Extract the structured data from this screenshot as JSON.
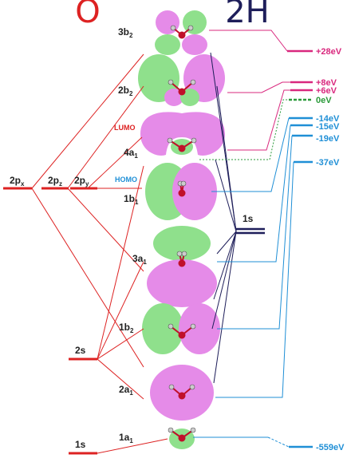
{
  "headers": {
    "left": "O",
    "right": "2H"
  },
  "colors": {
    "o_red": "#dd2222",
    "h_navy": "#1e1e5a",
    "pink": "#d9287e",
    "green": "#2a9a3a",
    "blue": "#1f8fd6",
    "lobe_pink": "#e58be8",
    "lobe_green": "#8fe08c",
    "oxygen": "#c0102a",
    "hydrogen": "#cccccc"
  },
  "o_levels": [
    {
      "id": "2px",
      "main": "2p",
      "sub": "x"
    },
    {
      "id": "2pz",
      "main": "2p",
      "sub": "z"
    },
    {
      "id": "2py",
      "main": "2p",
      "sub": "y"
    },
    {
      "id": "2s",
      "main": "2s",
      "sub": ""
    },
    {
      "id": "1s",
      "main": "1s",
      "sub": ""
    }
  ],
  "h_level": {
    "label": "1s"
  },
  "markers": {
    "lumo": "LUMO",
    "homo": "HOMO"
  },
  "orbitals": [
    {
      "id": "3b2",
      "main": "3b",
      "sub": "2",
      "energy": "+28eV",
      "color": "pink"
    },
    {
      "id": "2b2",
      "main": "2b",
      "sub": "2",
      "energy": "+8eV",
      "color": "pink"
    },
    {
      "id": "4a1",
      "main": "4a",
      "sub": "1",
      "energy": "+6eV",
      "color": "pink"
    },
    {
      "id": "zero",
      "main": "",
      "sub": "",
      "energy": "0eV",
      "color": "green"
    },
    {
      "id": "1b1",
      "main": "1b",
      "sub": "1",
      "energy": "-14eV",
      "color": "blue"
    },
    {
      "id": "3a1",
      "main": "3a",
      "sub": "1",
      "energy": "-15eV",
      "color": "blue"
    },
    {
      "id": "1b2",
      "main": "1b",
      "sub": "2",
      "energy": "-19eV",
      "color": "blue"
    },
    {
      "id": "2a1",
      "main": "2a",
      "sub": "1",
      "energy": "-37eV",
      "color": "blue"
    },
    {
      "id": "1a1",
      "main": "1a",
      "sub": "1",
      "energy": "-559eV",
      "color": "blue"
    }
  ]
}
